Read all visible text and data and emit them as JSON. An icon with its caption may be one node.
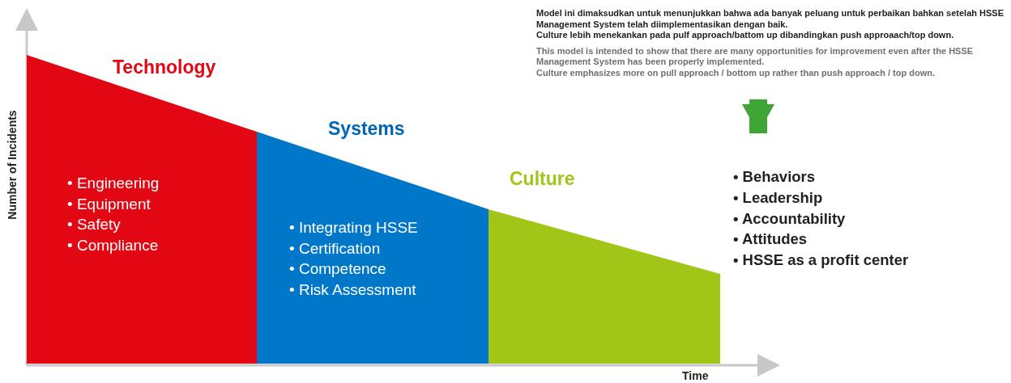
{
  "diagram": {
    "nodes": [
      {
        "text": [
          "Technology",
          "• Engineering",
          "• Equipment",
          "• Safety",
          "• Compliance"
        ]
      },
      {
        "text": [
          "Systems",
          "• Integrating HSSE",
          "• Certification",
          "• Competence",
          "• Risk Assessment"
        ]
      },
      {
        "text": [
          "Culture"
        ]
      },
      {
        "text": [
          "Model ini dimaksudkan untuk menunjukkan bahwa ada banyak peluang untuk perbaikan bahkan setelah HSSE Management System telah diimplementasikan dengan baik.",
          "Culture lebih menekankan pada pulf approach/battom up dibandingkan push approaach/top down.",
          "This model is intended to show that there are many opportunities for improvement even after the HSSE Management System has been properly implemented.",
          "Culture emphasizes more on pull approach / bottom up rather than push approach / top down."
        ]
      },
      {
        "text": [
          "• Behaviors",
          "• Leadership",
          "• Accountability",
          "• Attitudes",
          "• HSSE as a profit center"
        ]
      }
    ],
    "edges": [
      {
        "from": 3,
        "to": 4,
        "arrow": "to",
        "color": "#3fa535"
      }
    ],
    "labels": [
      "Number of Incidents",
      "Time"
    ]
  }
}
